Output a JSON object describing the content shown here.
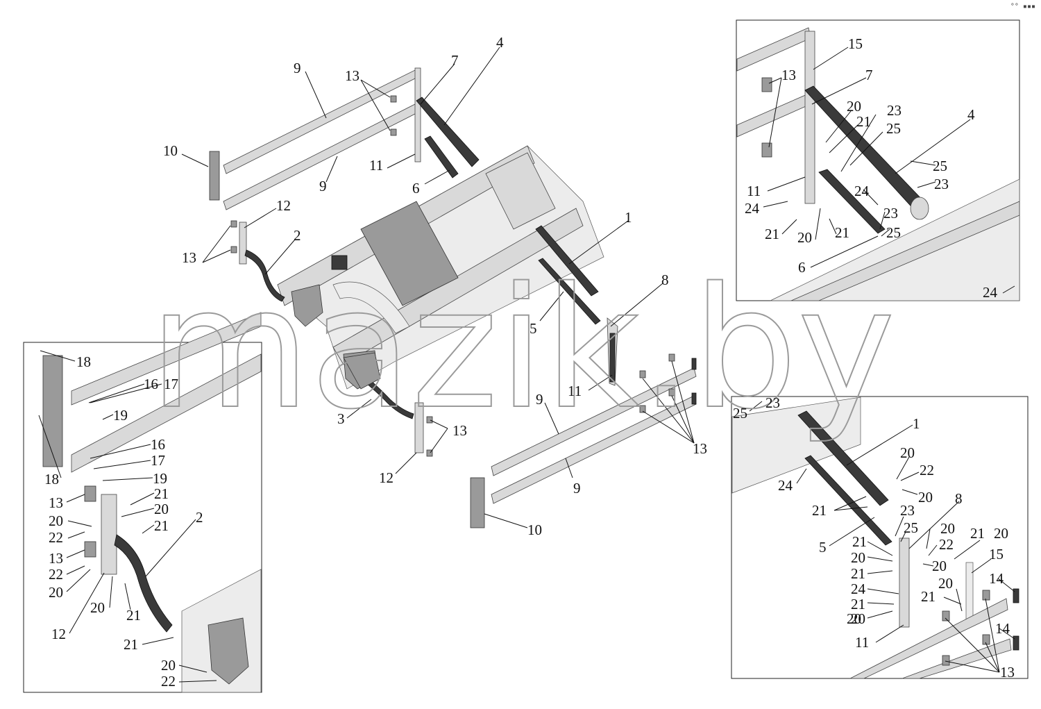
{
  "watermark": "mazik.by",
  "corner_mark": "°° ▪▪▪",
  "main_labels": [
    {
      "id": "m9a",
      "text": "9"
    },
    {
      "id": "m13a",
      "text": "13"
    },
    {
      "id": "m7",
      "text": "7"
    },
    {
      "id": "m4",
      "text": "4"
    },
    {
      "id": "m10a",
      "text": "10"
    },
    {
      "id": "m9b",
      "text": "9"
    },
    {
      "id": "m11a",
      "text": "11"
    },
    {
      "id": "m6",
      "text": "6"
    },
    {
      "id": "m12a",
      "text": "12"
    },
    {
      "id": "m2",
      "text": "2"
    },
    {
      "id": "m13b",
      "text": "13"
    },
    {
      "id": "m1",
      "text": "1"
    },
    {
      "id": "m8",
      "text": "8"
    },
    {
      "id": "m5",
      "text": "5"
    },
    {
      "id": "m11b",
      "text": "11"
    },
    {
      "id": "m9c",
      "text": "9"
    },
    {
      "id": "m3",
      "text": "3"
    },
    {
      "id": "m13c",
      "text": "13"
    },
    {
      "id": "m12b",
      "text": "12"
    },
    {
      "id": "m9d",
      "text": "9"
    },
    {
      "id": "m13d",
      "text": "13"
    },
    {
      "id": "m10b",
      "text": "10"
    }
  ],
  "detail_top_right_labels": [
    {
      "id": "a15",
      "text": "15"
    },
    {
      "id": "a13",
      "text": "13"
    },
    {
      "id": "a7",
      "text": "7"
    },
    {
      "id": "a20a",
      "text": "20"
    },
    {
      "id": "a23a",
      "text": "23"
    },
    {
      "id": "a21a",
      "text": "21"
    },
    {
      "id": "a25a",
      "text": "25"
    },
    {
      "id": "a4",
      "text": "4"
    },
    {
      "id": "a25b",
      "text": "25"
    },
    {
      "id": "a11",
      "text": "11"
    },
    {
      "id": "a23b",
      "text": "23"
    },
    {
      "id": "a24a",
      "text": "24"
    },
    {
      "id": "a24b",
      "text": "24"
    },
    {
      "id": "a23c",
      "text": "23"
    },
    {
      "id": "a25c",
      "text": "25"
    },
    {
      "id": "a21b",
      "text": "21"
    },
    {
      "id": "a20b",
      "text": "20"
    },
    {
      "id": "a21c",
      "text": "21"
    },
    {
      "id": "a6",
      "text": "6"
    },
    {
      "id": "a24c",
      "text": "24"
    }
  ],
  "detail_left_labels": [
    {
      "id": "b18a",
      "text": "18"
    },
    {
      "id": "b16a",
      "text": "16"
    },
    {
      "id": "b17a",
      "text": "17"
    },
    {
      "id": "b19a",
      "text": "19"
    },
    {
      "id": "b16b",
      "text": "16"
    },
    {
      "id": "b17b",
      "text": "17"
    },
    {
      "id": "b18b",
      "text": "18"
    },
    {
      "id": "b19b",
      "text": "19"
    },
    {
      "id": "b13a",
      "text": "13"
    },
    {
      "id": "b21a",
      "text": "21"
    },
    {
      "id": "b20a",
      "text": "20"
    },
    {
      "id": "b20b",
      "text": "20"
    },
    {
      "id": "b21b",
      "text": "21"
    },
    {
      "id": "b22a",
      "text": "22"
    },
    {
      "id": "b2",
      "text": "2"
    },
    {
      "id": "b13b",
      "text": "13"
    },
    {
      "id": "b22b",
      "text": "22"
    },
    {
      "id": "b20c",
      "text": "20"
    },
    {
      "id": "b20d",
      "text": "20"
    },
    {
      "id": "b21c",
      "text": "21"
    },
    {
      "id": "b12",
      "text": "12"
    },
    {
      "id": "b21d",
      "text": "21"
    },
    {
      "id": "b20e",
      "text": "20"
    },
    {
      "id": "b22c",
      "text": "22"
    }
  ],
  "detail_bottom_right_labels": [
    {
      "id": "c25",
      "text": "25"
    },
    {
      "id": "c23a",
      "text": "23"
    },
    {
      "id": "c1",
      "text": "1"
    },
    {
      "id": "c20a",
      "text": "20"
    },
    {
      "id": "c22a",
      "text": "22"
    },
    {
      "id": "c24a",
      "text": "24"
    },
    {
      "id": "c20b",
      "text": "20"
    },
    {
      "id": "c8",
      "text": "8"
    },
    {
      "id": "c21a",
      "text": "21"
    },
    {
      "id": "c23b",
      "text": "23"
    },
    {
      "id": "c25b",
      "text": "25"
    },
    {
      "id": "c5",
      "text": "5"
    },
    {
      "id": "c20c",
      "text": "20"
    },
    {
      "id": "c22b",
      "text": "22"
    },
    {
      "id": "c21b",
      "text": "21"
    },
    {
      "id": "c20d",
      "text": "20"
    },
    {
      "id": "c21c",
      "text": "21"
    },
    {
      "id": "c20e",
      "text": "20"
    },
    {
      "id": "c20f",
      "text": "20"
    },
    {
      "id": "c15",
      "text": "15"
    },
    {
      "id": "c21d",
      "text": "21"
    },
    {
      "id": "c20g",
      "text": "20"
    },
    {
      "id": "c14a",
      "text": "14"
    },
    {
      "id": "c24b",
      "text": "24"
    },
    {
      "id": "c21e",
      "text": "21"
    },
    {
      "id": "c21f",
      "text": "21"
    },
    {
      "id": "c20h",
      "text": "20"
    },
    {
      "id": "c20i",
      "text": "20"
    },
    {
      "id": "c14b",
      "text": "14"
    },
    {
      "id": "c11",
      "text": "11"
    },
    {
      "id": "c13",
      "text": "13"
    }
  ]
}
